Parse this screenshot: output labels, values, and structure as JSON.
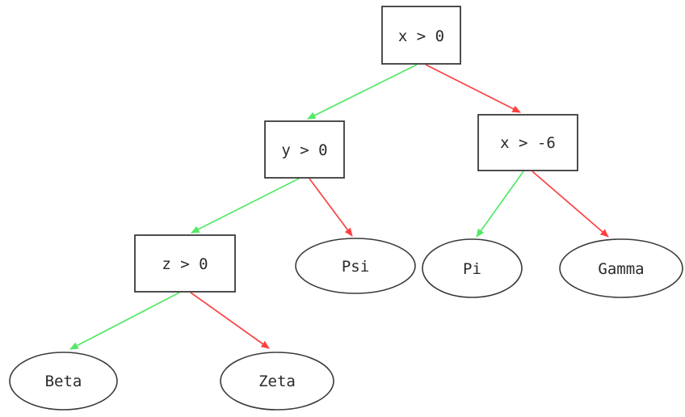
{
  "diagram": {
    "kind": "decision-tree",
    "nodes": {
      "root": {
        "label": "x > 0",
        "shape": "box",
        "role": "decision"
      },
      "y": {
        "label": "y > 0",
        "shape": "box",
        "role": "decision"
      },
      "x6": {
        "label": "x > -6",
        "shape": "box",
        "role": "decision"
      },
      "z": {
        "label": "z > 0",
        "shape": "box",
        "role": "decision"
      },
      "psi": {
        "label": "Psi",
        "shape": "ellipse",
        "role": "leaf"
      },
      "pi": {
        "label": "Pi",
        "shape": "ellipse",
        "role": "leaf"
      },
      "gamma": {
        "label": "Gamma",
        "shape": "ellipse",
        "role": "leaf"
      },
      "beta": {
        "label": "Beta",
        "shape": "ellipse",
        "role": "leaf"
      },
      "zeta": {
        "label": "Zeta",
        "shape": "ellipse",
        "role": "leaf"
      }
    },
    "edges": [
      {
        "from": "x > 0",
        "to": "y > 0",
        "branch": "true",
        "color": "#53e866"
      },
      {
        "from": "x > 0",
        "to": "x > -6",
        "branch": "false",
        "color": "#fb4141"
      },
      {
        "from": "y > 0",
        "to": "z > 0",
        "branch": "true",
        "color": "#53e866"
      },
      {
        "from": "y > 0",
        "to": "Psi",
        "branch": "false",
        "color": "#fb4141"
      },
      {
        "from": "x > -6",
        "to": "Pi",
        "branch": "true",
        "color": "#53e866"
      },
      {
        "from": "x > -6",
        "to": "Gamma",
        "branch": "false",
        "color": "#fb4141"
      },
      {
        "from": "z > 0",
        "to": "Beta",
        "branch": "true",
        "color": "#53e866"
      },
      {
        "from": "z > 0",
        "to": "Zeta",
        "branch": "false",
        "color": "#fb4141"
      }
    ],
    "colors": {
      "true_edge": "#53e866",
      "false_edge": "#fb4141",
      "node_border": "#3a3a3a",
      "node_fill": "#ffffff",
      "text": "#2a2a2a",
      "background": "#ffffff"
    }
  }
}
